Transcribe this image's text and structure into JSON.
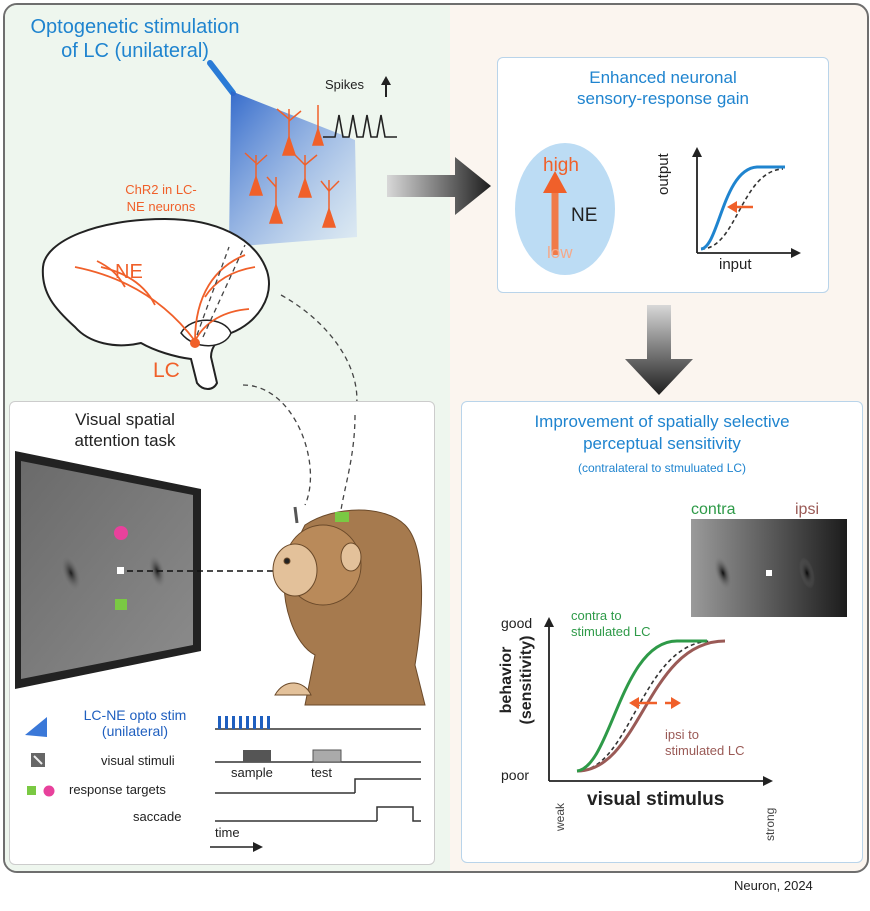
{
  "opto": {
    "title_line1": "Optogenetic stimulation",
    "title_line2": "of LC (unilateral)",
    "spikes": "Spikes",
    "chr2_line1": "ChR2 in LC-",
    "chr2_line2": "NE neurons",
    "ne": "NE",
    "lc": "LC"
  },
  "gain": {
    "title_line1": "Enhanced neuronal",
    "title_line2": "sensory-response gain",
    "high": "high",
    "ne": "NE",
    "low": "low",
    "output": "output",
    "input": "input"
  },
  "task": {
    "title_line1": "Visual spatial",
    "title_line2": "attention task",
    "legend_opto_line1": "LC-NE opto stim",
    "legend_opto_line2": "(unilateral)",
    "legend_visual": "visual stimuli",
    "legend_response": "response targets",
    "legend_saccade": "saccade",
    "sample": "sample",
    "test": "test",
    "time": "time"
  },
  "improve": {
    "title_line1": "Improvement of spatially selective",
    "title_line2": "perceptual sensitivity",
    "subtitle": "(contralateral to stmuluated LC)",
    "contra": "contra",
    "ipsi": "ipsi",
    "contra_note_line1": "contra to",
    "contra_note_line2": "stimulated LC",
    "ipsi_note_line1": "ipsi to",
    "ipsi_note_line2": "stimulated LC",
    "good": "good",
    "poor": "poor",
    "ylabel_line1": "behavior",
    "ylabel_line2": "(sensitivity)",
    "xlabel": "visual stimulus",
    "weak": "weak",
    "strong": "strong"
  },
  "citation": "Neuron, 2024",
  "colors": {
    "blue": "#1f84cf",
    "orange": "#f0602a",
    "green": "#2e9a48",
    "maroon": "#9a5a56",
    "panel_border": "#b9d4ea"
  }
}
